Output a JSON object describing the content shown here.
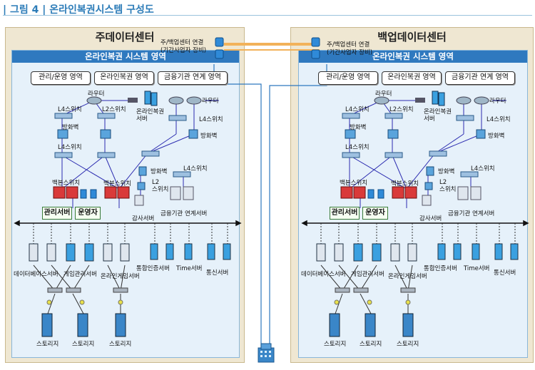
{
  "figure": {
    "title": "| 그림 4 |   온라인복권시스템 구성도"
  },
  "main_dc": {
    "title": "주데이터센터",
    "area_title": "온라인복권 시스템 영역",
    "zones": [
      "관리/운영 영역",
      "온라인복권 영역",
      "금융기관 연계 영역"
    ],
    "labels": {
      "router_l": "라우터",
      "router_r": "라우터",
      "l4_sw_1": "L4스위치",
      "l2_sw": "L2스위치",
      "lottery_server": "온라인복권\n서버",
      "l4_sw_r": "L4스위치",
      "firewall_l": "방화벽",
      "l4_sw_2": "L4스위치",
      "firewall_r": "방화벽",
      "firewall_c": "방화벽",
      "l4_sw_c": "L4스위치",
      "l2_sw_c": "L2\n스위치",
      "backbone_l": "백본스위치",
      "backbone_r": "백본스위치",
      "fin_server": "금융기관 연계서버",
      "admin_server": "관리서버",
      "operator": "운영자",
      "audit_server": "감사서버",
      "db_server": "데이터베이스서버",
      "game_server": "게임관리서버",
      "online_game_server": "온라인게임서버",
      "auth_server": "통합인증서버",
      "time_server": "Time서버",
      "comm_server": "통신서버",
      "storage_1": "스토리지",
      "storage_2": "스토리지",
      "storage_3": "스토리지"
    }
  },
  "backup_dc": {
    "title": "백업데이터센터",
    "area_title": "온라인복권 시스템 영역",
    "zones": [
      "관리/운영 영역",
      "온라인복권 영역",
      "금융기관 연계 영역"
    ],
    "labels": {
      "router_l": "라우터",
      "router_r": "라우터",
      "l4_sw_1": "L4스위치",
      "l2_sw": "L2스위치",
      "lottery_server": "온라인복권\n서버",
      "l4_sw_r": "L4스위치",
      "firewall_l": "방화벽",
      "l4_sw_2": "L4스위치",
      "firewall_r": "방화벽",
      "firewall_c": "방화벽",
      "l4_sw_c": "L4스위치",
      "l2_sw_c": "L2\n스위치",
      "backbone_l": "백본스위치",
      "backbone_r": "백본스위치",
      "fin_server": "금융기관 연계서버",
      "admin_server": "관리서버",
      "operator": "운영자",
      "audit_server": "감사서버",
      "db_server": "데이터베이스서버",
      "game_server": "게임관리서버",
      "online_game_server": "온라인게임서버",
      "auth_server": "통합인증서버",
      "time_server": "Time서버",
      "comm_server": "통신서버",
      "storage_1": "스토리지",
      "storage_2": "스토리지",
      "storage_3": "스토리지"
    }
  },
  "link_left": {
    "line1": "주/백업센터 연결",
    "line2": "(기간사업자 장비)"
  },
  "link_right": {
    "line1": "주/백업센터 연결",
    "line2": "(기간사업자 장비)"
  },
  "colors": {
    "accent": "#2f79bf",
    "link": "#f2b25a",
    "dc_bg": "#efe7d2",
    "area_bg": "#e6f1fa"
  }
}
